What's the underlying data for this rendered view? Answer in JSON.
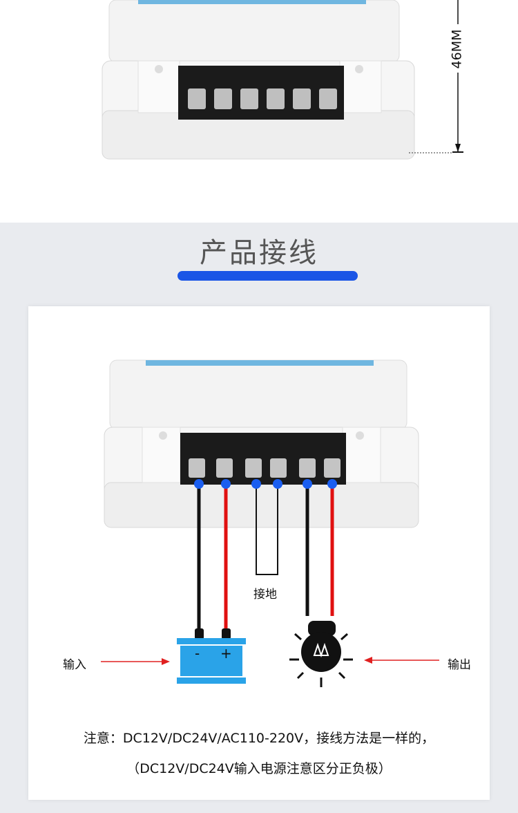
{
  "dimension_label": "46MM",
  "section_title": "产品接线",
  "labels": {
    "ground": "接地",
    "input": "输入",
    "output": "输出",
    "battery_minus": "-",
    "battery_plus": "+"
  },
  "notes": {
    "line1": "注意：DC12V/DC24V/AC110-220V，接线方法是一样的，",
    "line2": "（DC12V/DC24V输入电源注意区分正负极）"
  },
  "colors": {
    "accent_blue": "#1a55e6",
    "wire_red": "#e01010",
    "wire_black": "#111111",
    "terminal_dot": "#1a5ef0",
    "battery": "#2aa3e8",
    "arrow": "#e02020"
  }
}
